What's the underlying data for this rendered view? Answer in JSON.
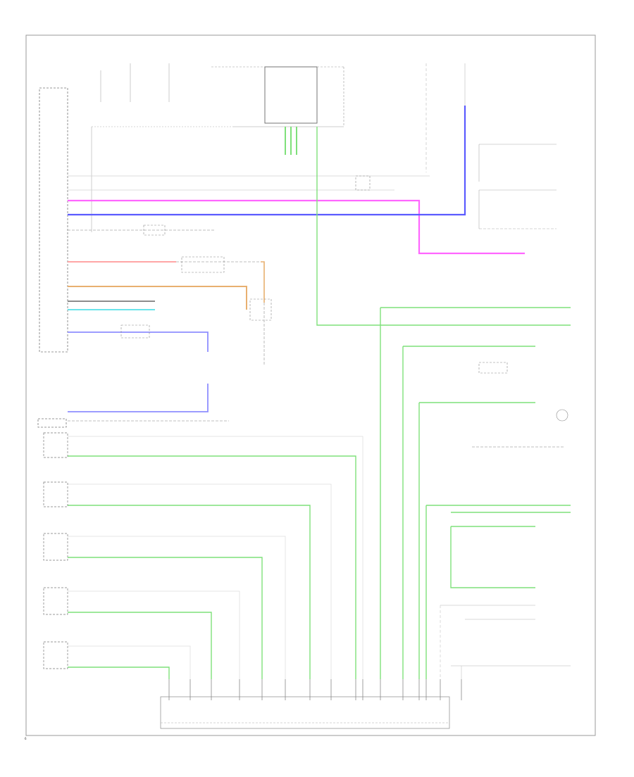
{
  "colors": {
    "border": "#9a9a9a",
    "frame": "#666666",
    "thin": "#cfcfcf",
    "green": "#7fe07a",
    "magenta": "#ff66ff",
    "blue": "#5b5bff",
    "red": "#ff8f8f",
    "orange": "#e8b070",
    "cyan": "#55e0e8",
    "lilac": "#8f8fff",
    "text": "#333333"
  },
  "wires": {
    "green_main": "green",
    "mag_main": "magenta",
    "blue_main": "blue"
  },
  "page_marker": "6"
}
